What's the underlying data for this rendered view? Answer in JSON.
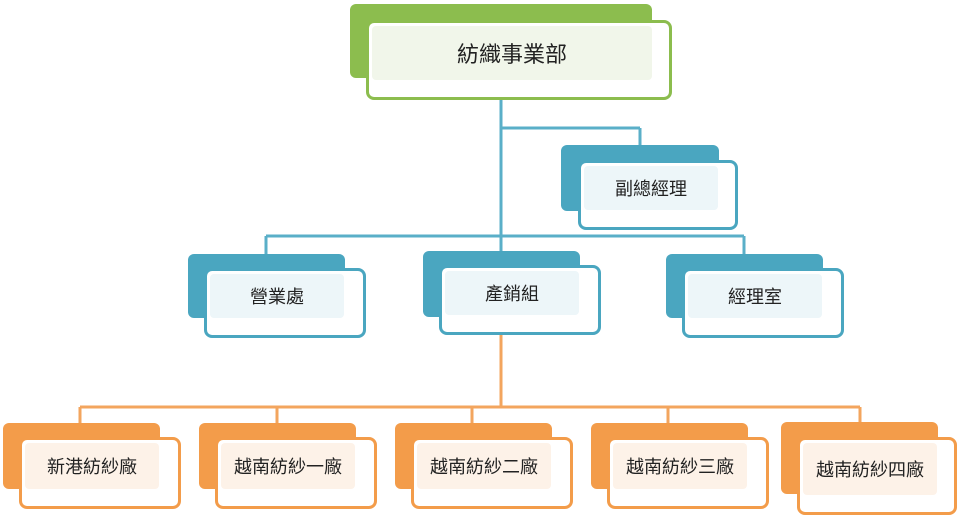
{
  "diagram": {
    "colors": {
      "root": "#8cbd4e",
      "root_fill": "#f1f6ea",
      "level1": "#4aa6c0",
      "level1_fill": "#edf6f9",
      "level2": "#f39c4a",
      "level2_fill": "#fdf2e8",
      "line_blue": "#5aafc8",
      "line_orange": "#f3a55e"
    },
    "root": {
      "label": "紡織事業部"
    },
    "deputy": {
      "label": "副總經理"
    },
    "level1": [
      {
        "label": "營業處"
      },
      {
        "label": "產銷組"
      },
      {
        "label": "經理室"
      }
    ],
    "level2": [
      {
        "label": "新港紡紗廠"
      },
      {
        "label": "越南紡紗一廠"
      },
      {
        "label": "越南紡紗二廠"
      },
      {
        "label": "越南紡紗三廠"
      },
      {
        "label": "越南紡紗四廠"
      }
    ]
  }
}
